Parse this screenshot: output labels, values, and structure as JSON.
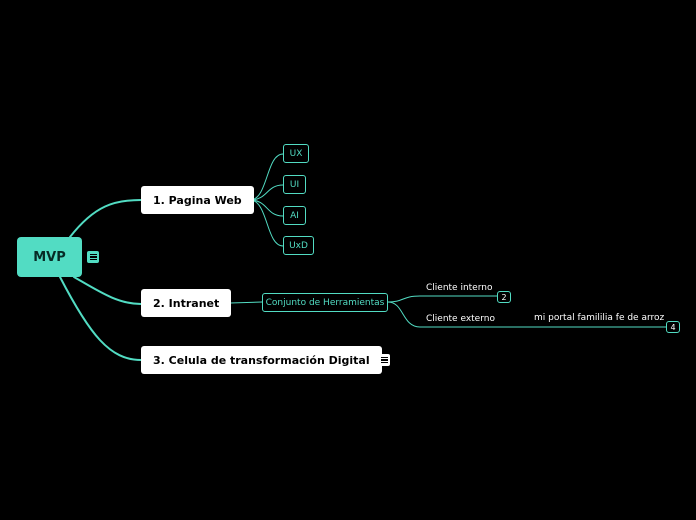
{
  "central": {
    "label": "MVP",
    "note_icon": "note-icon"
  },
  "branches": [
    {
      "label": "1. Pagina Web",
      "children": [
        "UX",
        "UI",
        "AI",
        "UxD"
      ]
    },
    {
      "label": "2. Intranet",
      "child": "Conjunto de Herramientas",
      "subchildren": [
        {
          "label": "Cliente interno",
          "badge": "2"
        },
        {
          "label": "Cliente externo",
          "child": "mi portal famililia fe de arroz",
          "badge": "4"
        }
      ]
    },
    {
      "label": "3. Celula de transformación Digital",
      "note_icon": "note-icon"
    }
  ],
  "colors": {
    "background": "#000000",
    "accent": "#52dcc3",
    "topic": "#ffffff"
  }
}
